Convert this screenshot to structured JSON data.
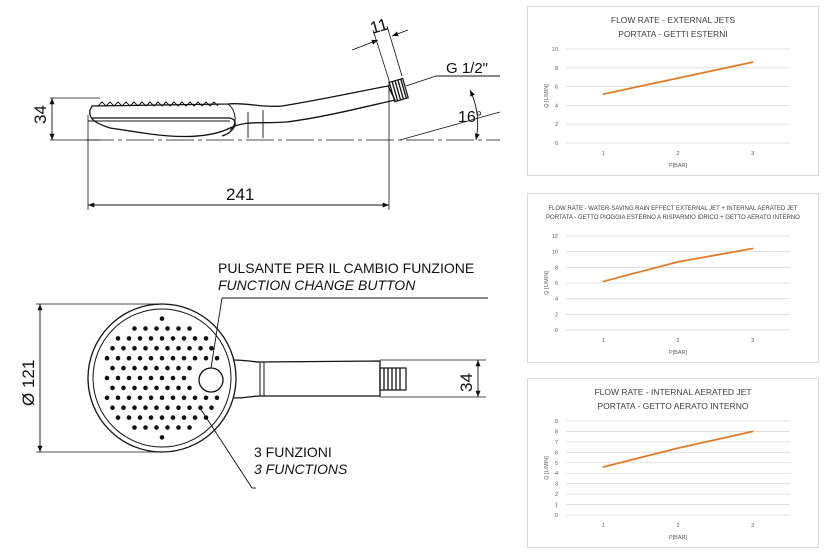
{
  "drawing": {
    "side_view": {
      "dim_height": "34",
      "dim_length": "241",
      "dim_nut": "11",
      "dim_thread": "G 1/2\"",
      "dim_angle": "16°"
    },
    "front_view": {
      "button_label_it": "PULSANTE PER IL CAMBIO FUNZIONE",
      "button_label_en": "FUNCTION CHANGE BUTTON",
      "functions_label_it": "3 FUNZIONI",
      "functions_label_en": "3 FUNCTIONS",
      "dim_diameter": "Ø 121",
      "dim_handle": "34"
    }
  },
  "colors": {
    "line": "#e07b2a",
    "grid": "#d9d9d9",
    "axis_text": "#595959"
  },
  "chart_data": [
    {
      "type": "line",
      "title": "FLOW RATE - EXTERNAL JETS",
      "subtitle": "PORTATA - GETTI ESTERNI",
      "xlabel": "P[BAR]",
      "ylabel": "Q [L/MIN]",
      "x": [
        1,
        2,
        3
      ],
      "values": [
        5.2,
        6.9,
        8.6
      ],
      "ylim": [
        0,
        10
      ],
      "yticks": [
        0,
        2,
        4,
        6,
        8,
        10
      ],
      "grid": true
    },
    {
      "type": "line",
      "title": "FLOW RATE - WATER-SAVING RAIN EFFECT EXTERNAL JET + INTERNAL AERATED JET",
      "subtitle": "PORTATA - GETTO PIOGGIA ESTERNO A RISPARMIO IDRICO + GETTO AERATO INTERNO",
      "xlabel": "P[BAR]",
      "ylabel": "Q [L/MIN]",
      "x": [
        1,
        2,
        3
      ],
      "values": [
        6.2,
        8.7,
        10.4
      ],
      "ylim": [
        0,
        12
      ],
      "yticks": [
        0,
        2,
        4,
        6,
        8,
        10,
        12
      ],
      "grid": true
    },
    {
      "type": "line",
      "title": "FLOW RATE - INTERNAL AERATED JET",
      "subtitle": "PORTATA - GETTO AERATO INTERNO",
      "xlabel": "P[BAR]",
      "ylabel": "Q [L/MIN]",
      "x": [
        1,
        2,
        3
      ],
      "values": [
        4.6,
        6.4,
        8.0
      ],
      "ylim": [
        0,
        9
      ],
      "yticks": [
        0,
        1,
        2,
        3,
        4,
        5,
        6,
        7,
        8,
        9
      ],
      "grid": true
    }
  ]
}
